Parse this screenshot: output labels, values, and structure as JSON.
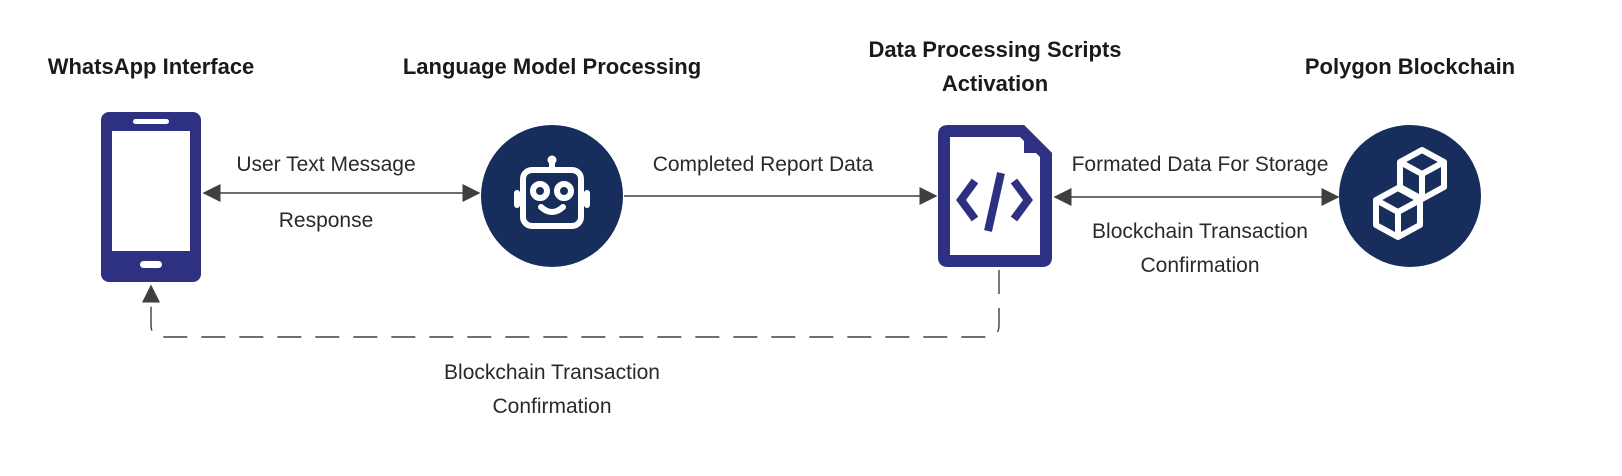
{
  "nodes": {
    "whatsapp": {
      "title": "WhatsApp Interface",
      "icon": "smartphone-icon"
    },
    "llm": {
      "title": "Language Model Processing",
      "icon": "robot-icon"
    },
    "scripts": {
      "title_line1": "Data Processing Scripts",
      "title_line2": "Activation",
      "icon": "code-file-icon"
    },
    "polygon": {
      "title": "Polygon Blockchain",
      "icon": "blocks-icon"
    }
  },
  "edges": {
    "user_text": "User Text Message",
    "response": "Response",
    "report": "Completed Report Data",
    "formatted": "Formated Data For Storage",
    "confirm_right_line1": "Blockchain Transaction",
    "confirm_right_line2": "Confirmation",
    "confirm_bottom_line1": "Blockchain Transaction",
    "confirm_bottom_line2": "Confirmation"
  },
  "colors": {
    "phone": "#2e3182",
    "circle": "#172e5c",
    "code_file": "#2e3182",
    "arrow": "#3f3f3f"
  }
}
